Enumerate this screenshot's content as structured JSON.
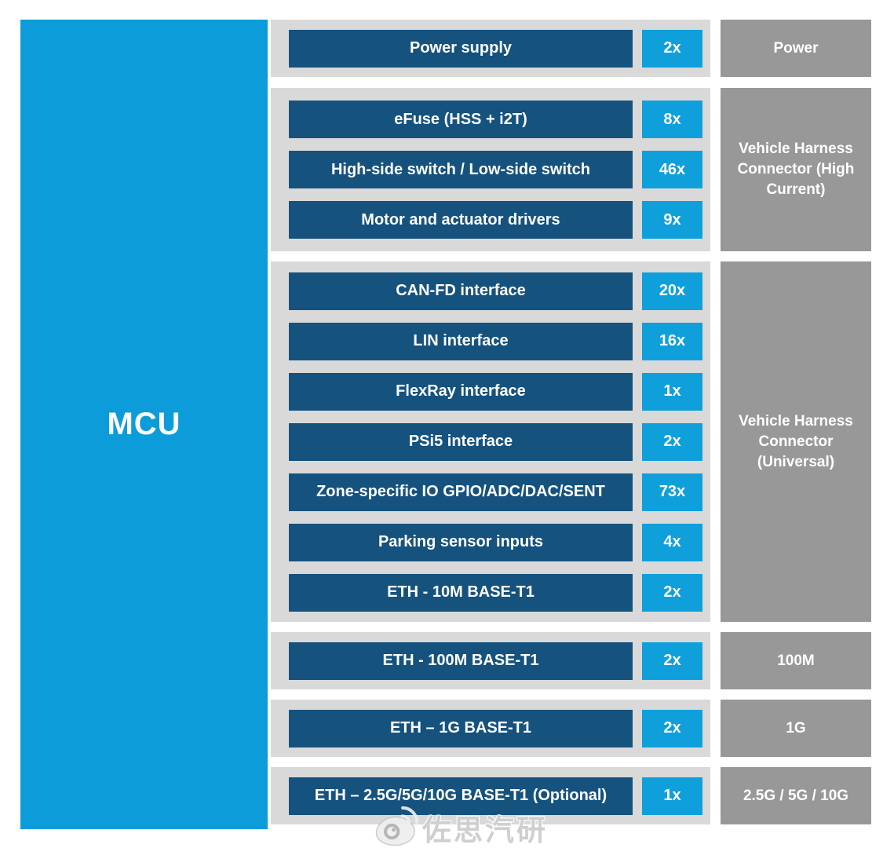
{
  "mcu": {
    "label": "MCU"
  },
  "groups": [
    {
      "connector": "Power",
      "rows": [
        {
          "label": "Power supply",
          "count": "2x"
        }
      ]
    },
    {
      "connector": "Vehicle Harness Connector (High Current)",
      "rows": [
        {
          "label": "eFuse (HSS + i2T)",
          "count": "8x"
        },
        {
          "label": "High-side switch / Low-side switch",
          "count": "46x"
        },
        {
          "label": "Motor and actuator drivers",
          "count": "9x"
        }
      ]
    },
    {
      "connector": "Vehicle Harness Connector (Universal)",
      "rows": [
        {
          "label": "CAN-FD interface",
          "count": "20x"
        },
        {
          "label": "LIN interface",
          "count": "16x"
        },
        {
          "label": "FlexRay interface",
          "count": "1x"
        },
        {
          "label": "PSi5 interface",
          "count": "2x"
        },
        {
          "label": "Zone-specific IO GPIO/ADC/DAC/SENT",
          "count": "73x"
        },
        {
          "label": "Parking sensor inputs",
          "count": "4x"
        },
        {
          "label": "ETH - 10M BASE-T1",
          "count": "2x"
        }
      ]
    },
    {
      "connector": "100M",
      "rows": [
        {
          "label": "ETH - 100M BASE-T1",
          "count": "2x"
        }
      ]
    },
    {
      "connector": "1G",
      "rows": [
        {
          "label": "ETH – 1G BASE-T1",
          "count": "2x"
        }
      ]
    },
    {
      "connector": "2.5G / 5G / 10G",
      "rows": [
        {
          "label": "ETH – 2.5G/5G/10G BASE-T1 (Optional)",
          "count": "1x"
        }
      ]
    }
  ],
  "watermark": {
    "icon": "weibo-icon",
    "text": "佐思汽研"
  },
  "colors": {
    "mcu_blue": "#0c9cd9",
    "badge_blue": "#0fa0dc",
    "bar_navy": "#15527e",
    "panel_gray": "#d9d9d9",
    "connector_gray": "#989898",
    "text_white": "#ffffff"
  }
}
